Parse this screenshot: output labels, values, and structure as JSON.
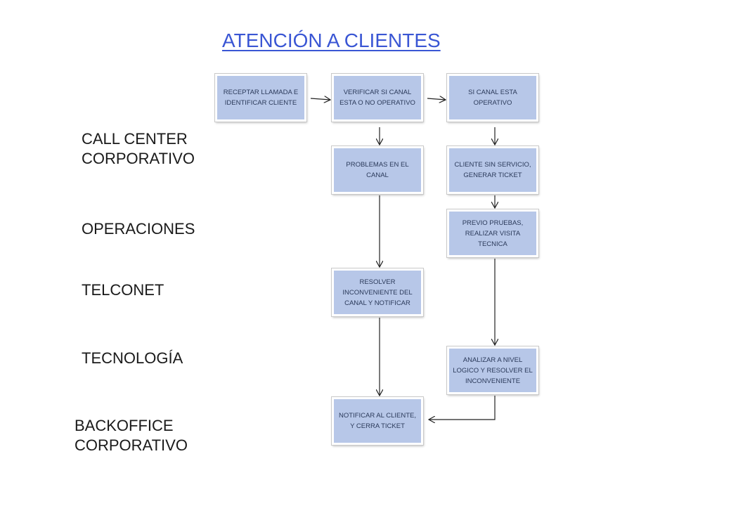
{
  "title": "ATENCIÓN A CLIENTES",
  "lanes": [
    "CALL CENTER\nCORPORATIVO",
    "OPERACIONES",
    "TELCONET",
    "TECNOLOGÍA",
    "BACKOFFICE\nCORPORATIVO"
  ],
  "boxes": {
    "receptar": "RECEPTAR LLAMADA E IDENTIFICAR CLIENTE",
    "verificar": "VERIFICAR SI CANAL ESTA O NO OPERATIVO",
    "si_canal": "SI CANAL ESTA OPERATIVO",
    "problemas": "PROBLEMAS EN EL CANAL",
    "cliente_sin": "CLIENTE SIN SERVICIO, GENERAR TICKET",
    "previo": "PREVIO PRUEBAS, REALIZAR VISITA TECNICA",
    "resolver": "RESOLVER INCONVENIENTE DEL CANAL Y NOTIFICAR",
    "analizar": "ANALIZAR A NIVEL LOGICO Y RESOLVER EL INCONVENIENTE",
    "notificar": "NOTIFICAR AL CLIENTE, Y CERRA TICKET"
  }
}
